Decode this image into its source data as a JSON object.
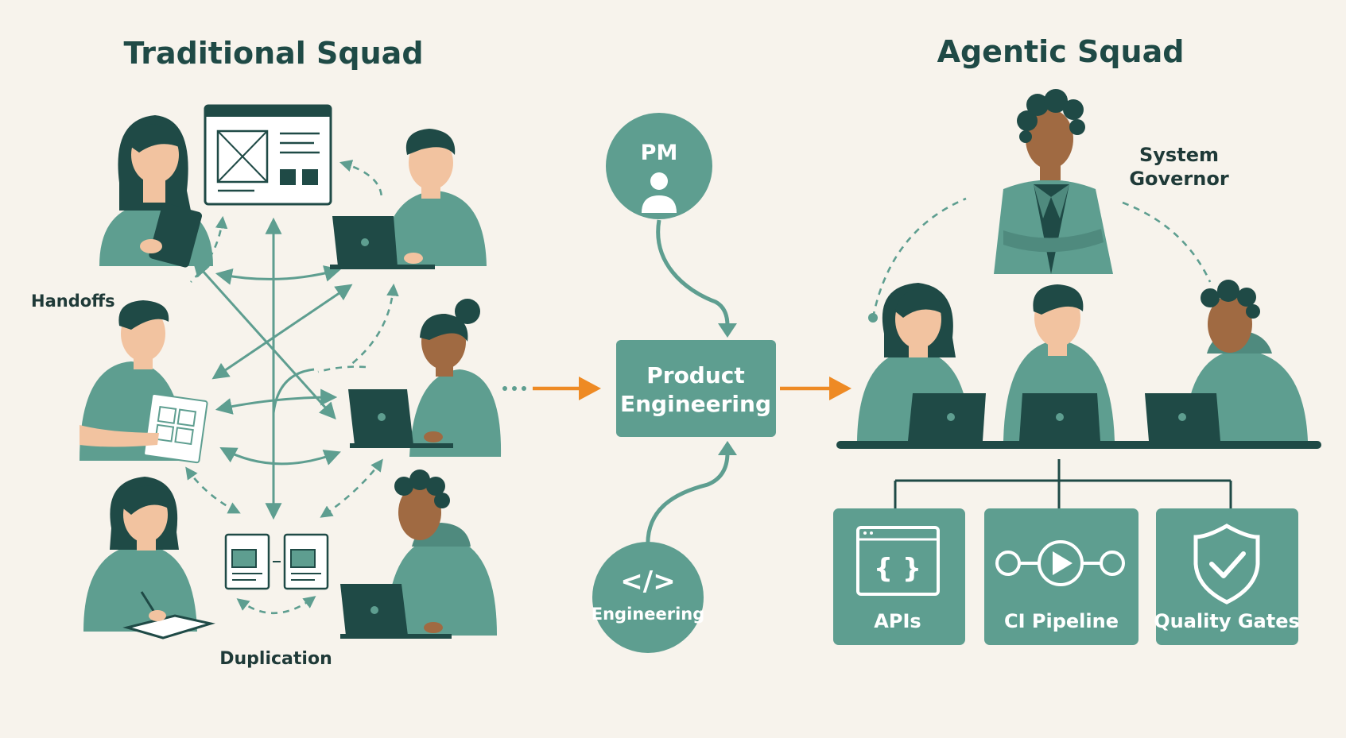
{
  "titles": {
    "traditional": "Traditional Squad",
    "agentic": "Agentic Squad"
  },
  "labels": {
    "handoffs": "Handoffs",
    "duplication": "Duplication",
    "system_governor_line1": "System",
    "system_governor_line2": "Governor"
  },
  "flow": {
    "pm": "PM",
    "product_engineering_line1": "Product",
    "product_engineering_line2": "Engineering",
    "engineering": "Engineering",
    "code_symbol": "</>"
  },
  "platform": {
    "apis": "APIs",
    "ci_pipeline": "CI Pipeline",
    "quality_gates": "Quality Gates",
    "braces": "{ }"
  },
  "colors": {
    "teal": "#5e9e90",
    "dark": "#1f4a46",
    "orange": "#ee8a24",
    "skin_light": "#f2c3a0",
    "skin_dark": "#a06a42",
    "background": "#f7f3ec"
  }
}
